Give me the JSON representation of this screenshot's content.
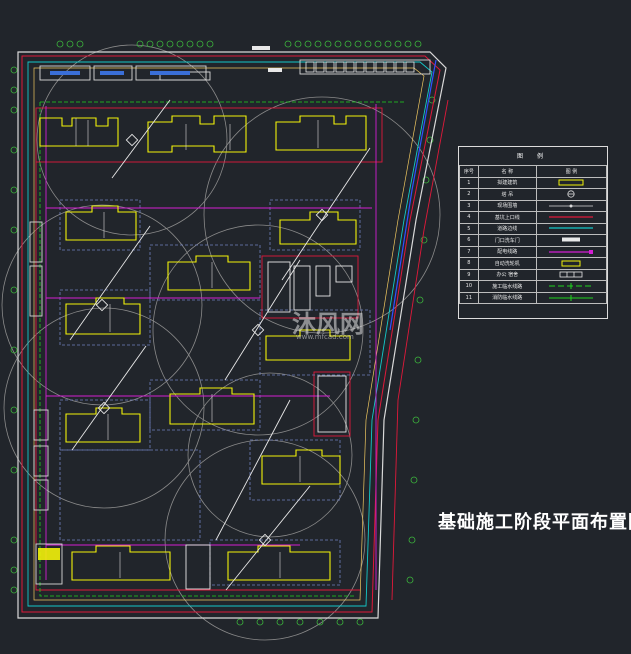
{
  "drawing": {
    "title": "基础施工阶段平面布置图"
  },
  "legend": {
    "title": "图 例",
    "headers": {
      "no": "序号",
      "name": "名 称",
      "symbol": "图 例"
    },
    "rows": [
      {
        "no": "1",
        "name": "拟建建筑",
        "symbol": "building-outline"
      },
      {
        "no": "2",
        "name": "塔 吊",
        "symbol": "tower-crane-circle"
      },
      {
        "no": "3",
        "name": "现场围墙",
        "symbol": "fence-line"
      },
      {
        "no": "4",
        "name": "基坑上口线",
        "symbol": "red-line"
      },
      {
        "no": "5",
        "name": "道路边线",
        "symbol": "cyan-line"
      },
      {
        "no": "6",
        "name": "门口洗车门",
        "symbol": "white-bar"
      },
      {
        "no": "7",
        "name": "配电线路",
        "symbol": "magenta-line"
      },
      {
        "no": "8",
        "name": "自动洗轮机",
        "symbol": "yellow-box"
      },
      {
        "no": "9",
        "name": "办公 宿舍",
        "symbol": "office-box"
      },
      {
        "no": "10",
        "name": "施工临水线路",
        "symbol": "green-dash"
      },
      {
        "no": "11",
        "name": "消防临水线路",
        "symbol": "green-line"
      }
    ]
  },
  "watermark": {
    "text": "沐风网",
    "url": "www.mfcad.com"
  },
  "colors": {
    "background": "#21252b",
    "building": "#f2f20a",
    "fence": "#d9d9d9",
    "pit_edge": "#e0193a",
    "road": "#14c8c8",
    "power": "#d21ed2",
    "water": "#1ed21e",
    "crane": "#9a9a9a",
    "trees": "#3cb43c"
  }
}
